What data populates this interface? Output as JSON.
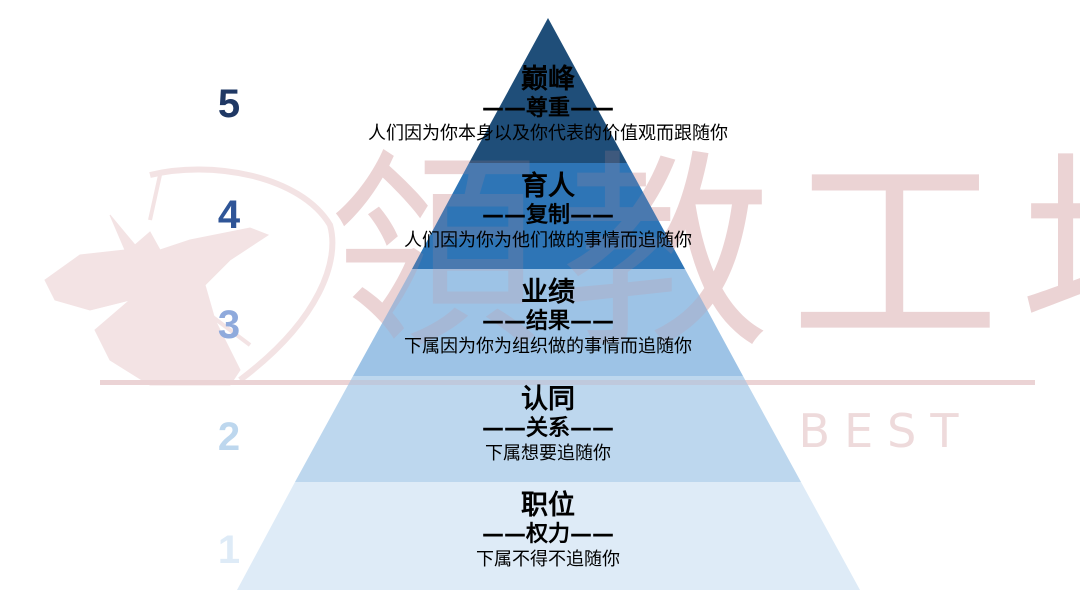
{
  "watermark": {
    "characters": "領教工坊",
    "tagline": "INSPIRE THE BEST",
    "color": "#f3e3e4"
  },
  "tiers": [
    {
      "level": "5",
      "title": "巅峰",
      "subtitle": "——尊重——",
      "description": "人们因为你本身以及你代表的价值观而跟随你",
      "fill": "#1f4e79",
      "number_color": "#1f3864"
    },
    {
      "level": "4",
      "title": "育人",
      "subtitle": "——复制——",
      "description": "人们因为你为他们做的事情而追随你",
      "fill": "#2e75b6",
      "number_color": "#2f5597"
    },
    {
      "level": "3",
      "title": "业绩",
      "subtitle": "——结果——",
      "description": "下属因为你为组织做的事情而追随你",
      "fill": "#9dc3e6",
      "number_color": "#8faadc"
    },
    {
      "level": "2",
      "title": "认同",
      "subtitle": "——关系——",
      "description": "下属想要追随你",
      "fill": "#bdd7ee",
      "number_color": "#bdd7ee"
    },
    {
      "level": "1",
      "title": "职位",
      "subtitle": "——权力——",
      "description": "下属不得不追随你",
      "fill": "#deebf7",
      "number_color": "#deebf7"
    }
  ]
}
